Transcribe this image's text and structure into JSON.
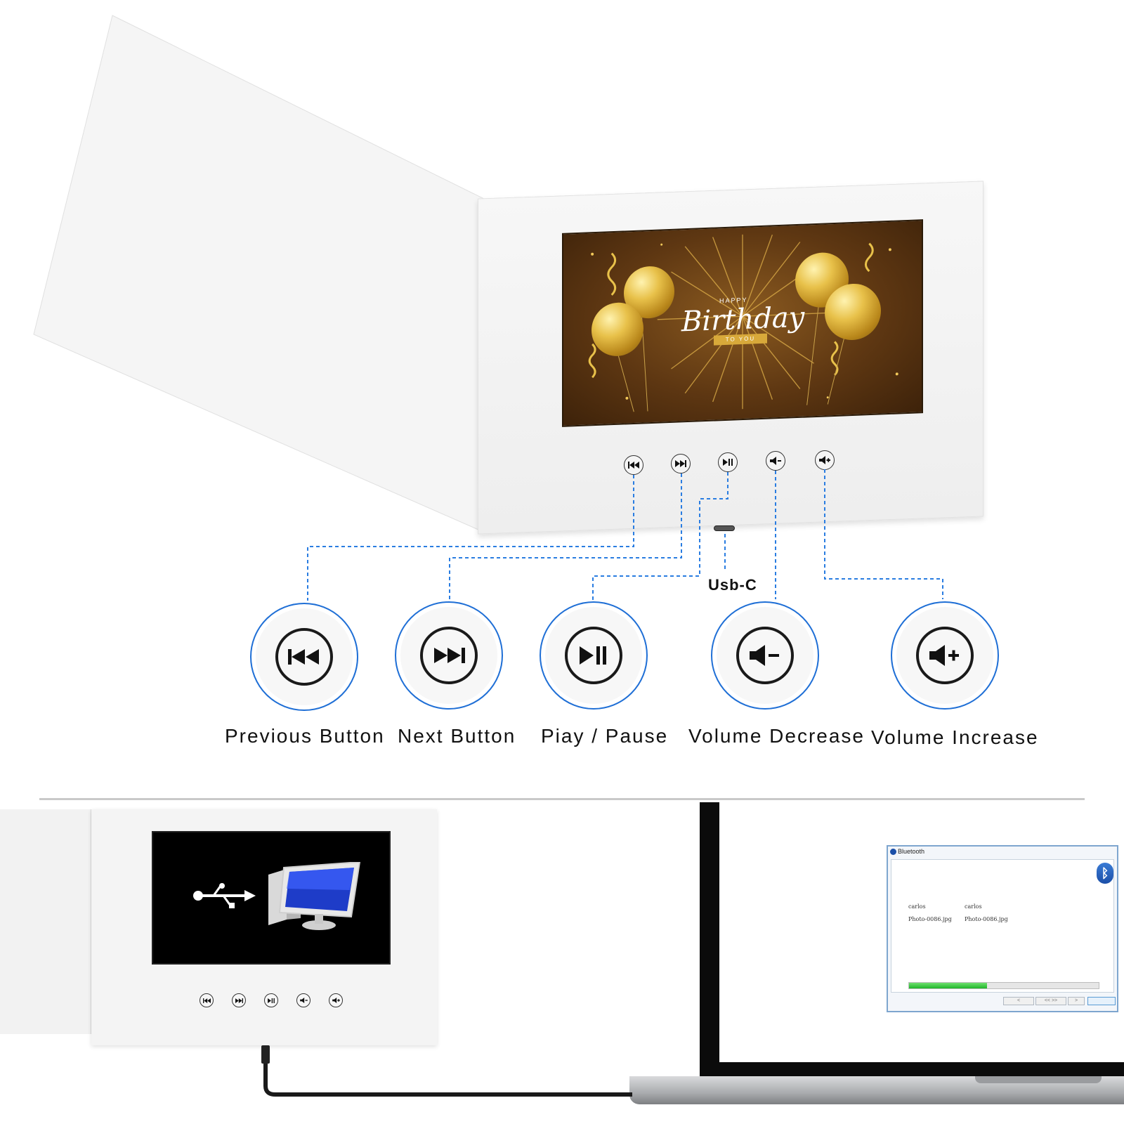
{
  "screen_top": {
    "greeting_small": "HAPPY",
    "greeting_main": "Birthday",
    "greeting_ribbon": "TO YOU",
    "colors": {
      "bg": "#5e3712",
      "gold": "#e8c14a"
    }
  },
  "port_label": "Usb-C",
  "buttons": [
    {
      "label": "Previous Button",
      "icon": "previous-icon"
    },
    {
      "label": "Next Button",
      "icon": "next-icon"
    },
    {
      "label": "Piay / Pause",
      "icon": "play-pause-icon"
    },
    {
      "label": "Volume Decrease",
      "icon": "volume-decrease-icon"
    },
    {
      "label": "Volume Increase",
      "icon": "volume-increase-icon"
    }
  ],
  "accent_color": "#1f6fd6",
  "bluetooth_window": {
    "title": "Bluetooth",
    "sender_col1": "carlos",
    "sender_col2": "carlos",
    "file_col1": "Photo-0086.jpg",
    "file_col2": "Photo-0086.jpg",
    "progress": 0.41,
    "nav_prev": "<",
    "nav_mid": "<<  >>",
    "nav_next": ">"
  }
}
